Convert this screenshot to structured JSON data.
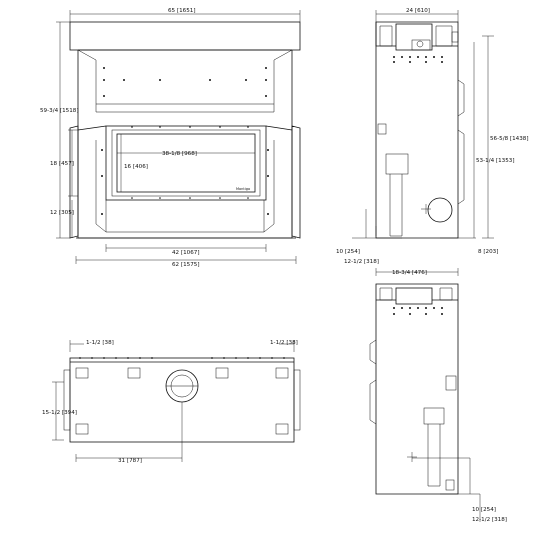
{
  "dimensions": {
    "front_width": "65 [1651]",
    "front_height": "59-3/4 [1518]",
    "opening_height": "18 [457]",
    "base_to_opening": "12 [305]",
    "glass_width": "38-1/8 [968]",
    "glass_height": "16 [406]",
    "front_lower_width": "42 [1067]",
    "front_base_width": "62 [1575]",
    "side_top_width": "24 [610]",
    "side_total_height": "56-5/8 [1438]",
    "side_flue_height": "53-1/4 [1353]",
    "side_flue_from_bottom": "10 [254]",
    "side_flue_offset": "12-1/2 [318]",
    "side_right_offset": "8 [203]",
    "side_width": "18-3/4 [476]",
    "top_left_offset": "1-1/2 [38]",
    "top_right_offset": "1-1/2 [38]",
    "top_depth": "15-1/2 [394]",
    "top_center": "31 [787]",
    "side2_bottom": "10 [254]",
    "side2_offset": "12-1/2 [318]"
  },
  "labels": {
    "brand": "Montigo"
  }
}
